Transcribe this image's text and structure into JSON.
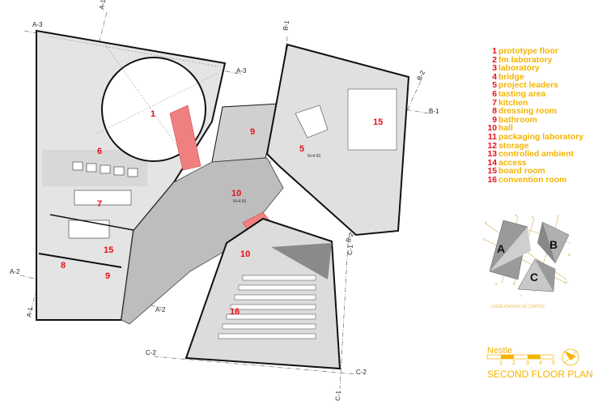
{
  "plan": {
    "rooms": [
      {
        "id": "1",
        "label": "1"
      },
      {
        "id": "6",
        "label": "6"
      },
      {
        "id": "9a",
        "label": "9"
      },
      {
        "id": "5",
        "label": "5"
      },
      {
        "id": "15a",
        "label": "15"
      },
      {
        "id": "7",
        "label": "7"
      },
      {
        "id": "10a",
        "label": "10"
      },
      {
        "id": "15b",
        "label": "15"
      },
      {
        "id": "10b",
        "label": "10"
      },
      {
        "id": "8",
        "label": "8"
      },
      {
        "id": "9b",
        "label": "9"
      },
      {
        "id": "16",
        "label": "16"
      }
    ],
    "levels": [
      "N+4.50",
      "N+4.50"
    ],
    "grid_labels": {
      "a1_top": "A-1",
      "a3_left": "A-3",
      "a3_right": "A-3",
      "a2_left": "A-2",
      "a2_right": "A-2",
      "a1_bottom": "A-1",
      "b1_top": "B-1",
      "b2_top": "B-2",
      "b1_right": "B-1",
      "b2_bottom": "B-2",
      "c1_top": "C-1",
      "c2_left": "C-2",
      "c2_right": "C-2",
      "c1_bottom": "C-1"
    }
  },
  "legend": [
    {
      "num": "1",
      "label": "prototype floor"
    },
    {
      "num": "2",
      "label": "fm laboratory"
    },
    {
      "num": "3",
      "label": "laboratory"
    },
    {
      "num": "4",
      "label": "bridge"
    },
    {
      "num": "5",
      "label": "project leaders"
    },
    {
      "num": "6",
      "label": "tasting area"
    },
    {
      "num": "7",
      "label": "kitchen"
    },
    {
      "num": "8",
      "label": "dressing room"
    },
    {
      "num": "9",
      "label": "bathroom"
    },
    {
      "num": "10",
      "label": "hall"
    },
    {
      "num": "11",
      "label": "packaging laboratory"
    },
    {
      "num": "12",
      "label": "storage"
    },
    {
      "num": "13",
      "label": "controlled ambient"
    },
    {
      "num": "14",
      "label": "access"
    },
    {
      "num": "15",
      "label": "board room"
    },
    {
      "num": "16",
      "label": "convention room"
    }
  ],
  "key_plan": {
    "blocks": [
      "A",
      "B",
      "C"
    ],
    "section_marks": [
      "B",
      "A'",
      "E'",
      "C'",
      "D",
      "B'",
      "A",
      "E",
      "D'",
      "C"
    ],
    "caption": "LOCALIZACION DE CORTES"
  },
  "footer": {
    "brand": "Nestle",
    "scale_numbers": [
      "1",
      "2",
      "3",
      "4",
      "5"
    ],
    "title": "SECOND FLOOR PLAN"
  },
  "colors": {
    "accent": "#f5b400",
    "room_number": "#e8101a",
    "stair": "#f08080"
  }
}
